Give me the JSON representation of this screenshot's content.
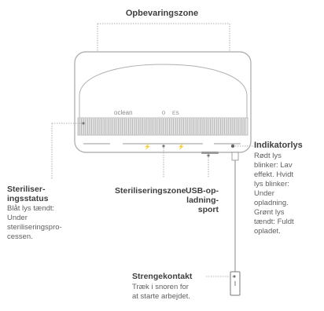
{
  "storage_zone": {
    "title": "Opbevaringszone"
  },
  "device": {
    "brand": "oclean",
    "model": "ES"
  },
  "sterilization_status": {
    "title": "Sterilis­eringsstatus",
    "title_lines": [
      "Steriliser-",
      "ingsstatus"
    ],
    "desc_lines": [
      "Blåt lys tændt:",
      "Under",
      "steriliseringspro-",
      "cessen."
    ]
  },
  "sterilization_zone": {
    "title": "Steriliseringszone"
  },
  "usb_port": {
    "title_lines": [
      "USB-op-",
      "ladning-",
      "sport"
    ]
  },
  "indicator": {
    "title": "Indikatorlys",
    "desc_lines": [
      "Rødt lys",
      "blinker: Lav",
      "effekt. Hvidt",
      "lys blinker:",
      "Under",
      "opladning.",
      "Grønt lys",
      "tændt: Fuldt",
      "opladet."
    ]
  },
  "pull_switch": {
    "title": "Strengekontakt",
    "desc_lines": [
      "Træk i snoren for",
      "at starte arbejdet."
    ]
  },
  "colors": {
    "line": "#9a9a9a",
    "outline": "#a8a8a8",
    "text_bold": "#3e3e3e",
    "text": "#5f5f5f"
  }
}
